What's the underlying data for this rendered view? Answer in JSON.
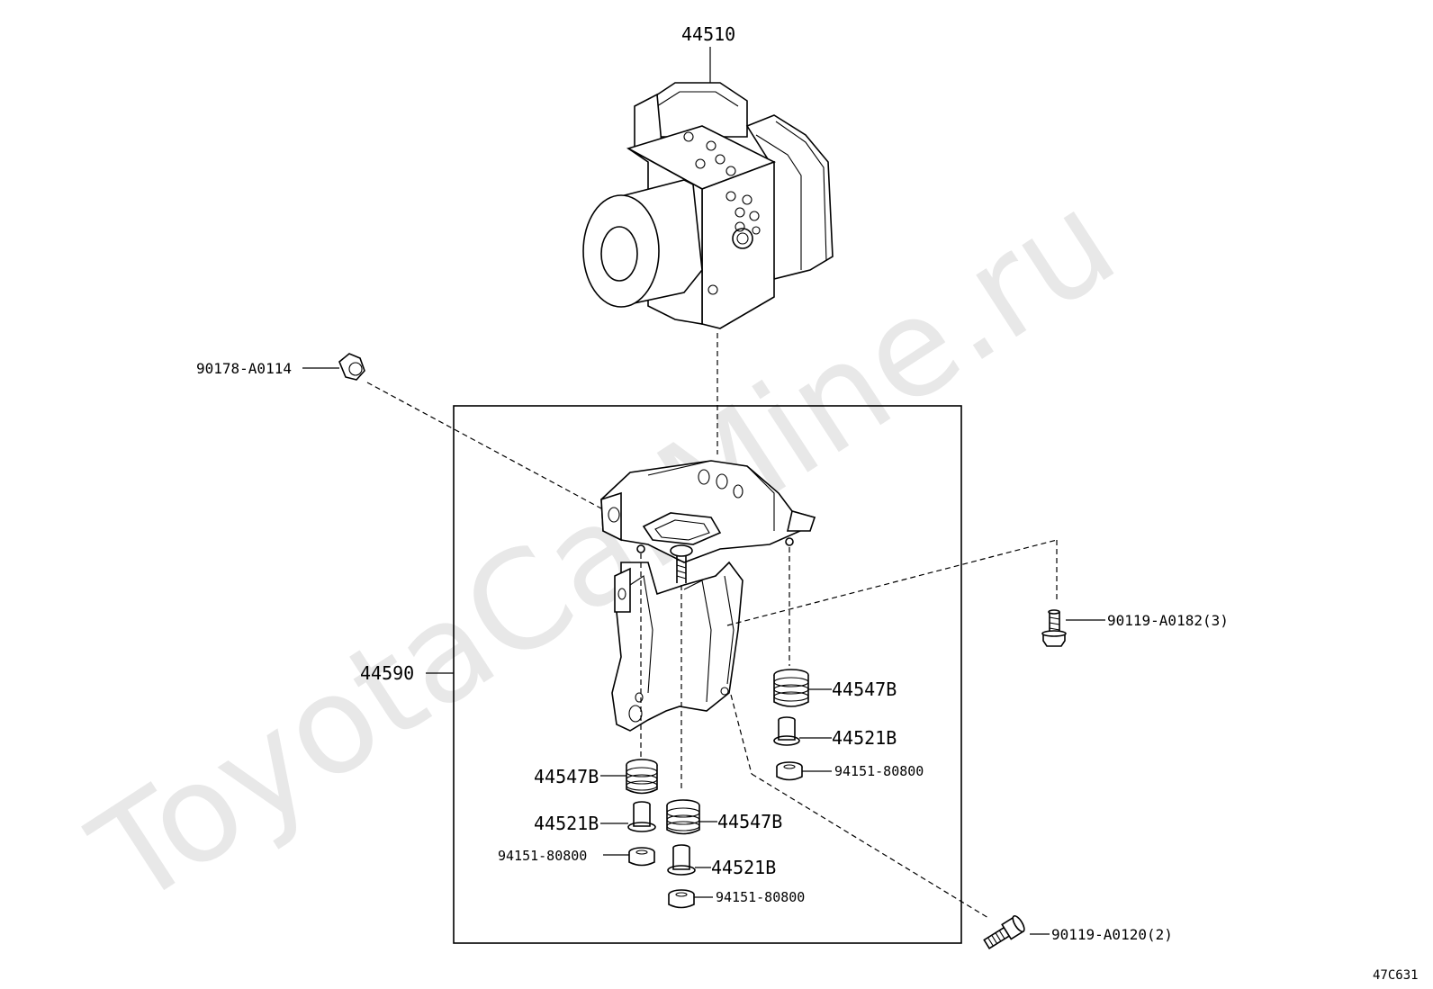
{
  "watermark": "ToyotaCarMine.ru",
  "diagram_code": "47C631",
  "labels": {
    "actuator": "44510",
    "bracket": "44590",
    "nut_top": "90178-A0114",
    "bolt_right": "90119-A0182(3)",
    "bolt_bottom": "90119-A0120(2)",
    "cushion_right": "44547B",
    "collar_right": "44521B",
    "washer_right": "94151-80800",
    "cushion_left": "44547B",
    "collar_left": "44521B",
    "washer_left": "94151-80800",
    "cushion_mid": "44547B",
    "collar_mid": "44521B",
    "washer_mid": "94151-80800"
  }
}
